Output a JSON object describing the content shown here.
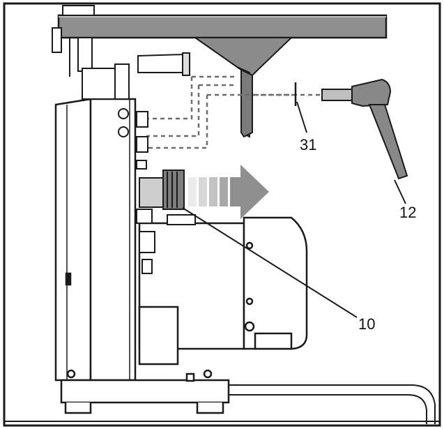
{
  "callouts": {
    "item_31": "31",
    "item_12": "12",
    "item_10": "10"
  },
  "colors": {
    "outline": "#1a1a1a",
    "dark_gray": "#7b7b7b",
    "mid_gray": "#9a9a9a",
    "light_gray": "#c9c9c9",
    "fill_white": "#ffffff",
    "dashed_line": "#6d6d6d"
  },
  "icons": {
    "direction_arrow": "arrow-right-icon"
  }
}
